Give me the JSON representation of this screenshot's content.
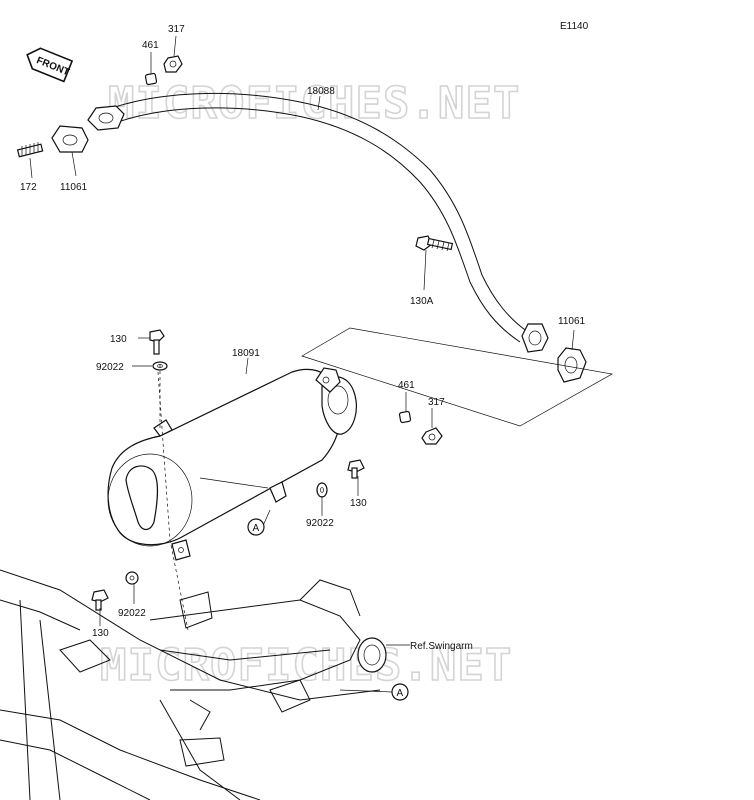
{
  "diagram": {
    "code": "E1140",
    "front_label": "FRONT",
    "watermark": "MICROFICHES.NET",
    "labels": {
      "p317_top": "317",
      "p461_top": "461",
      "p18088": "18088",
      "p172": "172",
      "p11061_left": "11061",
      "p130A": "130A",
      "p11061_right": "11061",
      "p130_top": "130",
      "p92022_top": "92022",
      "p18091": "18091",
      "p461_mid": "461",
      "p317_mid": "317",
      "p130_mid": "130",
      "p92022_mid": "92022",
      "p92022_bot": "92022",
      "p130_bot": "130",
      "ref_swingarm": "Ref.Swingarm",
      "ref_a_upper": "A",
      "ref_a_lower": "A"
    }
  }
}
